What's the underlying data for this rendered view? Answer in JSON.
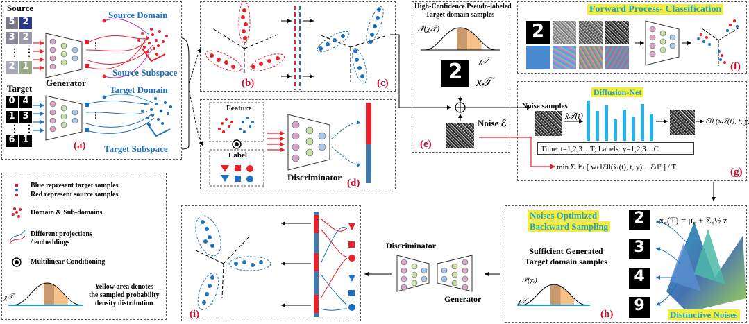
{
  "panel_a": {
    "source": "Source",
    "source_domain": "Source  Domain",
    "source_subspace": "Source Subspace",
    "generator": "Generator",
    "target": "Target",
    "target_domain": "Target Domain",
    "target_subspace": "Target Subspace",
    "label": "(a)"
  },
  "panel_b": {
    "label": "(b)"
  },
  "panel_c": {
    "label": "(c)"
  },
  "panel_d": {
    "feature": "Feature",
    "label_box": "Label",
    "discriminator": "Discriminator",
    "label": "(d)"
  },
  "panel_e": {
    "title_line1": "High-Confidence Pseudo-labeled",
    "title_line2": "Target domain samples",
    "prob": "𝒫(χ𝒯)",
    "chi": "χ𝒯",
    "x": "x𝒯",
    "noise": "Noise ℰ",
    "label": "(e)"
  },
  "panel_f": {
    "title": "Forward Process- Classification",
    "label": "(f)"
  },
  "panel_g": {
    "noise_samples": "Noise samples",
    "xhat": "x̂𝒯(t)",
    "diffusion_net": "Diffusion-Net",
    "eps": "ℰθ (x̂𝒯(t), t, y)",
    "time": "Time:  t=1,2,3…T;  Labels:  y=1,2,3…C",
    "loss": "min Σ 𝔼ₜ [ wₜ ‖ℰθ(x̂ₜ(t), t, y) − ℰₜ‖² ] / T",
    "label": "(g)"
  },
  "panel_h": {
    "title_line1": "Noises Optimized",
    "title_line2": "Backward Sampling",
    "formula": "x꜀(T) = μ꜀ + Σ꜀½ z",
    "sufficient_line1": "Sufficient Generated",
    "sufficient_line2": "Target domain samples",
    "prob": "𝒫(χᵢ)",
    "chi": "χ𝒯",
    "distinctive": "Distinctive Noises",
    "label": "(h)"
  },
  "middle": {
    "discriminator": "Discriminator",
    "generator": "Generator"
  },
  "panel_i": {
    "label": "(i)"
  },
  "legend": {
    "blue_target": "Blue represent target samples",
    "red_source": "Red represent source samples",
    "domain": "Domain & Sub-domains",
    "projections_line1": "Different projections",
    "projections_line2": "/ embeddings",
    "multilinear": "Multilinear Conditioning",
    "yellow_line1": "Yellow area denotes",
    "yellow_line2": "the sampled probability",
    "yellow_line3": "density distribution",
    "chi": "χ𝒯"
  },
  "digits": {
    "source": [
      "5",
      "2",
      "3",
      "2",
      "1"
    ],
    "target": [
      "0",
      "4",
      "1",
      "3",
      "6",
      "1"
    ],
    "h": [
      "2",
      "3",
      "4",
      "9"
    ],
    "e": "2",
    "f": "2"
  },
  "colors": {
    "red": "#e8202a",
    "blue": "#1e6fbf",
    "cyan": "#1aa0d8",
    "highlight": "#f4ee3a",
    "panel_label": "#c8102e"
  }
}
